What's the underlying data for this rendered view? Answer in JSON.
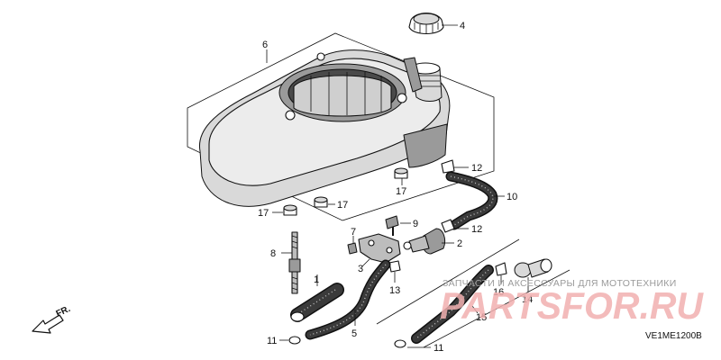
{
  "diagram": {
    "code": "VE1ME1200B",
    "direction_label": "FR.",
    "watermark": {
      "caption": "ЗАПЧАСТИ И АКСЕССУАРЫ ДЛЯ МОТОТЕХНИКИ",
      "brand": "PARTSFOR.RU"
    },
    "callouts": [
      "1",
      "2",
      "3",
      "4",
      "5",
      "6",
      "7",
      "8",
      "9",
      "10",
      "11",
      "11",
      "12",
      "12",
      "13",
      "14",
      "15",
      "16",
      "17",
      "17",
      "17"
    ]
  }
}
